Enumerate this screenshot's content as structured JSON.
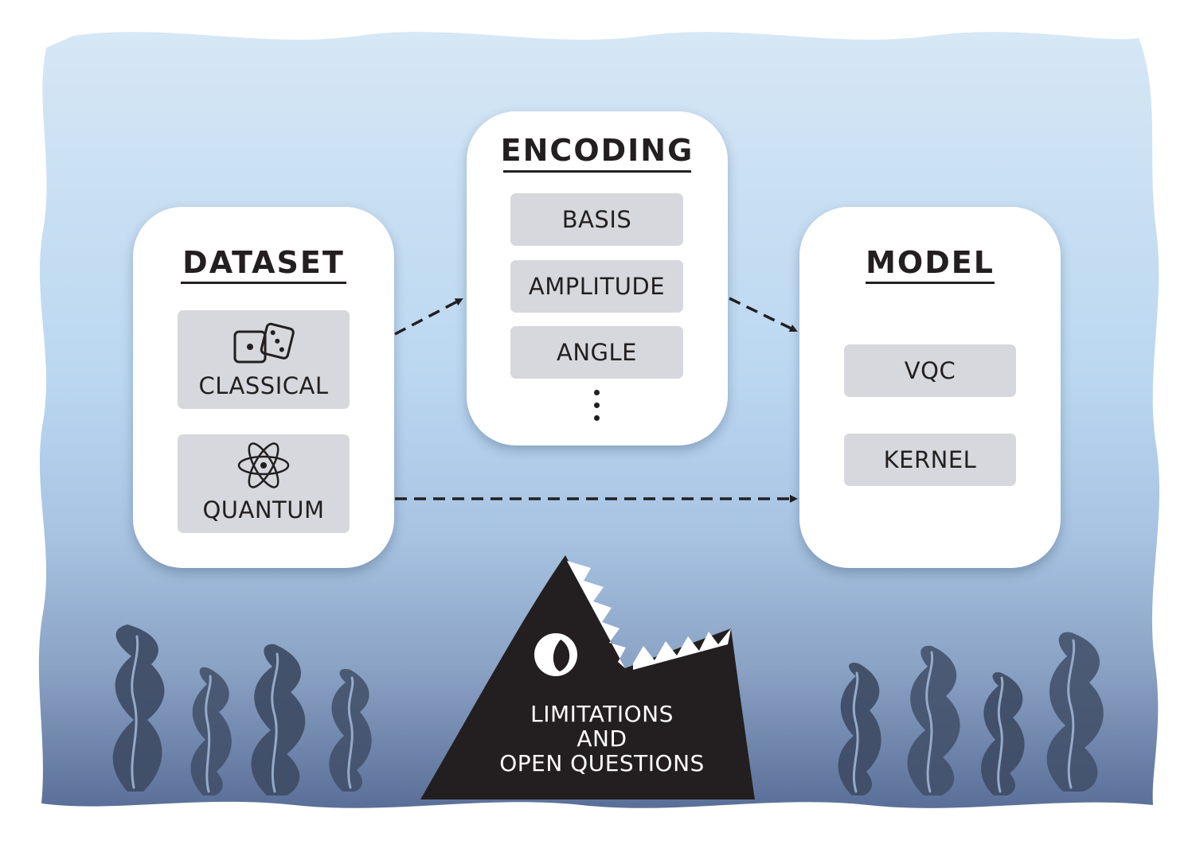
{
  "colors": {
    "water_top": "#d3e5f5",
    "water_mid": "#b7d5f0",
    "water_bottom": "#5b7199",
    "card": "#ffffff",
    "pill": "#d6d8dd",
    "ink": "#231f20",
    "seaweed": "#3f4d66"
  },
  "dataset": {
    "title": "DATASET",
    "items": [
      {
        "label": "CLASSICAL",
        "icon": "dice-icon"
      },
      {
        "label": "QUANTUM",
        "icon": "atom-icon"
      }
    ]
  },
  "encoding": {
    "title": "ENCODING",
    "items": [
      "BASIS",
      "AMPLITUDE",
      "ANGLE"
    ],
    "more_indicator": "vertical-ellipsis-icon"
  },
  "model": {
    "title": "MODEL",
    "items": [
      "VQC",
      "KERNEL"
    ]
  },
  "shark": {
    "lines": [
      "LIMITATIONS",
      "AND",
      "OPEN QUESTIONS"
    ],
    "icon": "shark-eye-icon"
  },
  "arrows": [
    {
      "from": "dataset",
      "to": "encoding",
      "style": "dashed"
    },
    {
      "from": "encoding",
      "to": "model",
      "style": "dashed"
    },
    {
      "from": "dataset",
      "to": "model",
      "style": "dashed"
    }
  ]
}
